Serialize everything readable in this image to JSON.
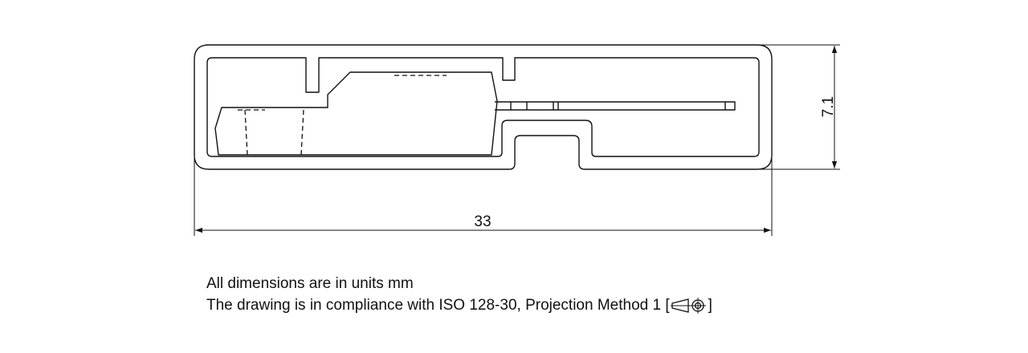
{
  "dimensions": {
    "width": "33",
    "height": "7.1"
  },
  "notes": {
    "units": "All dimensions are in units mm",
    "compliance_prefix": "The drawing is in compliance with ISO 128-30, Projection Method 1 [",
    "compliance_suffix": "]"
  },
  "icons": {
    "projection_symbol": "first-angle-projection-icon"
  }
}
